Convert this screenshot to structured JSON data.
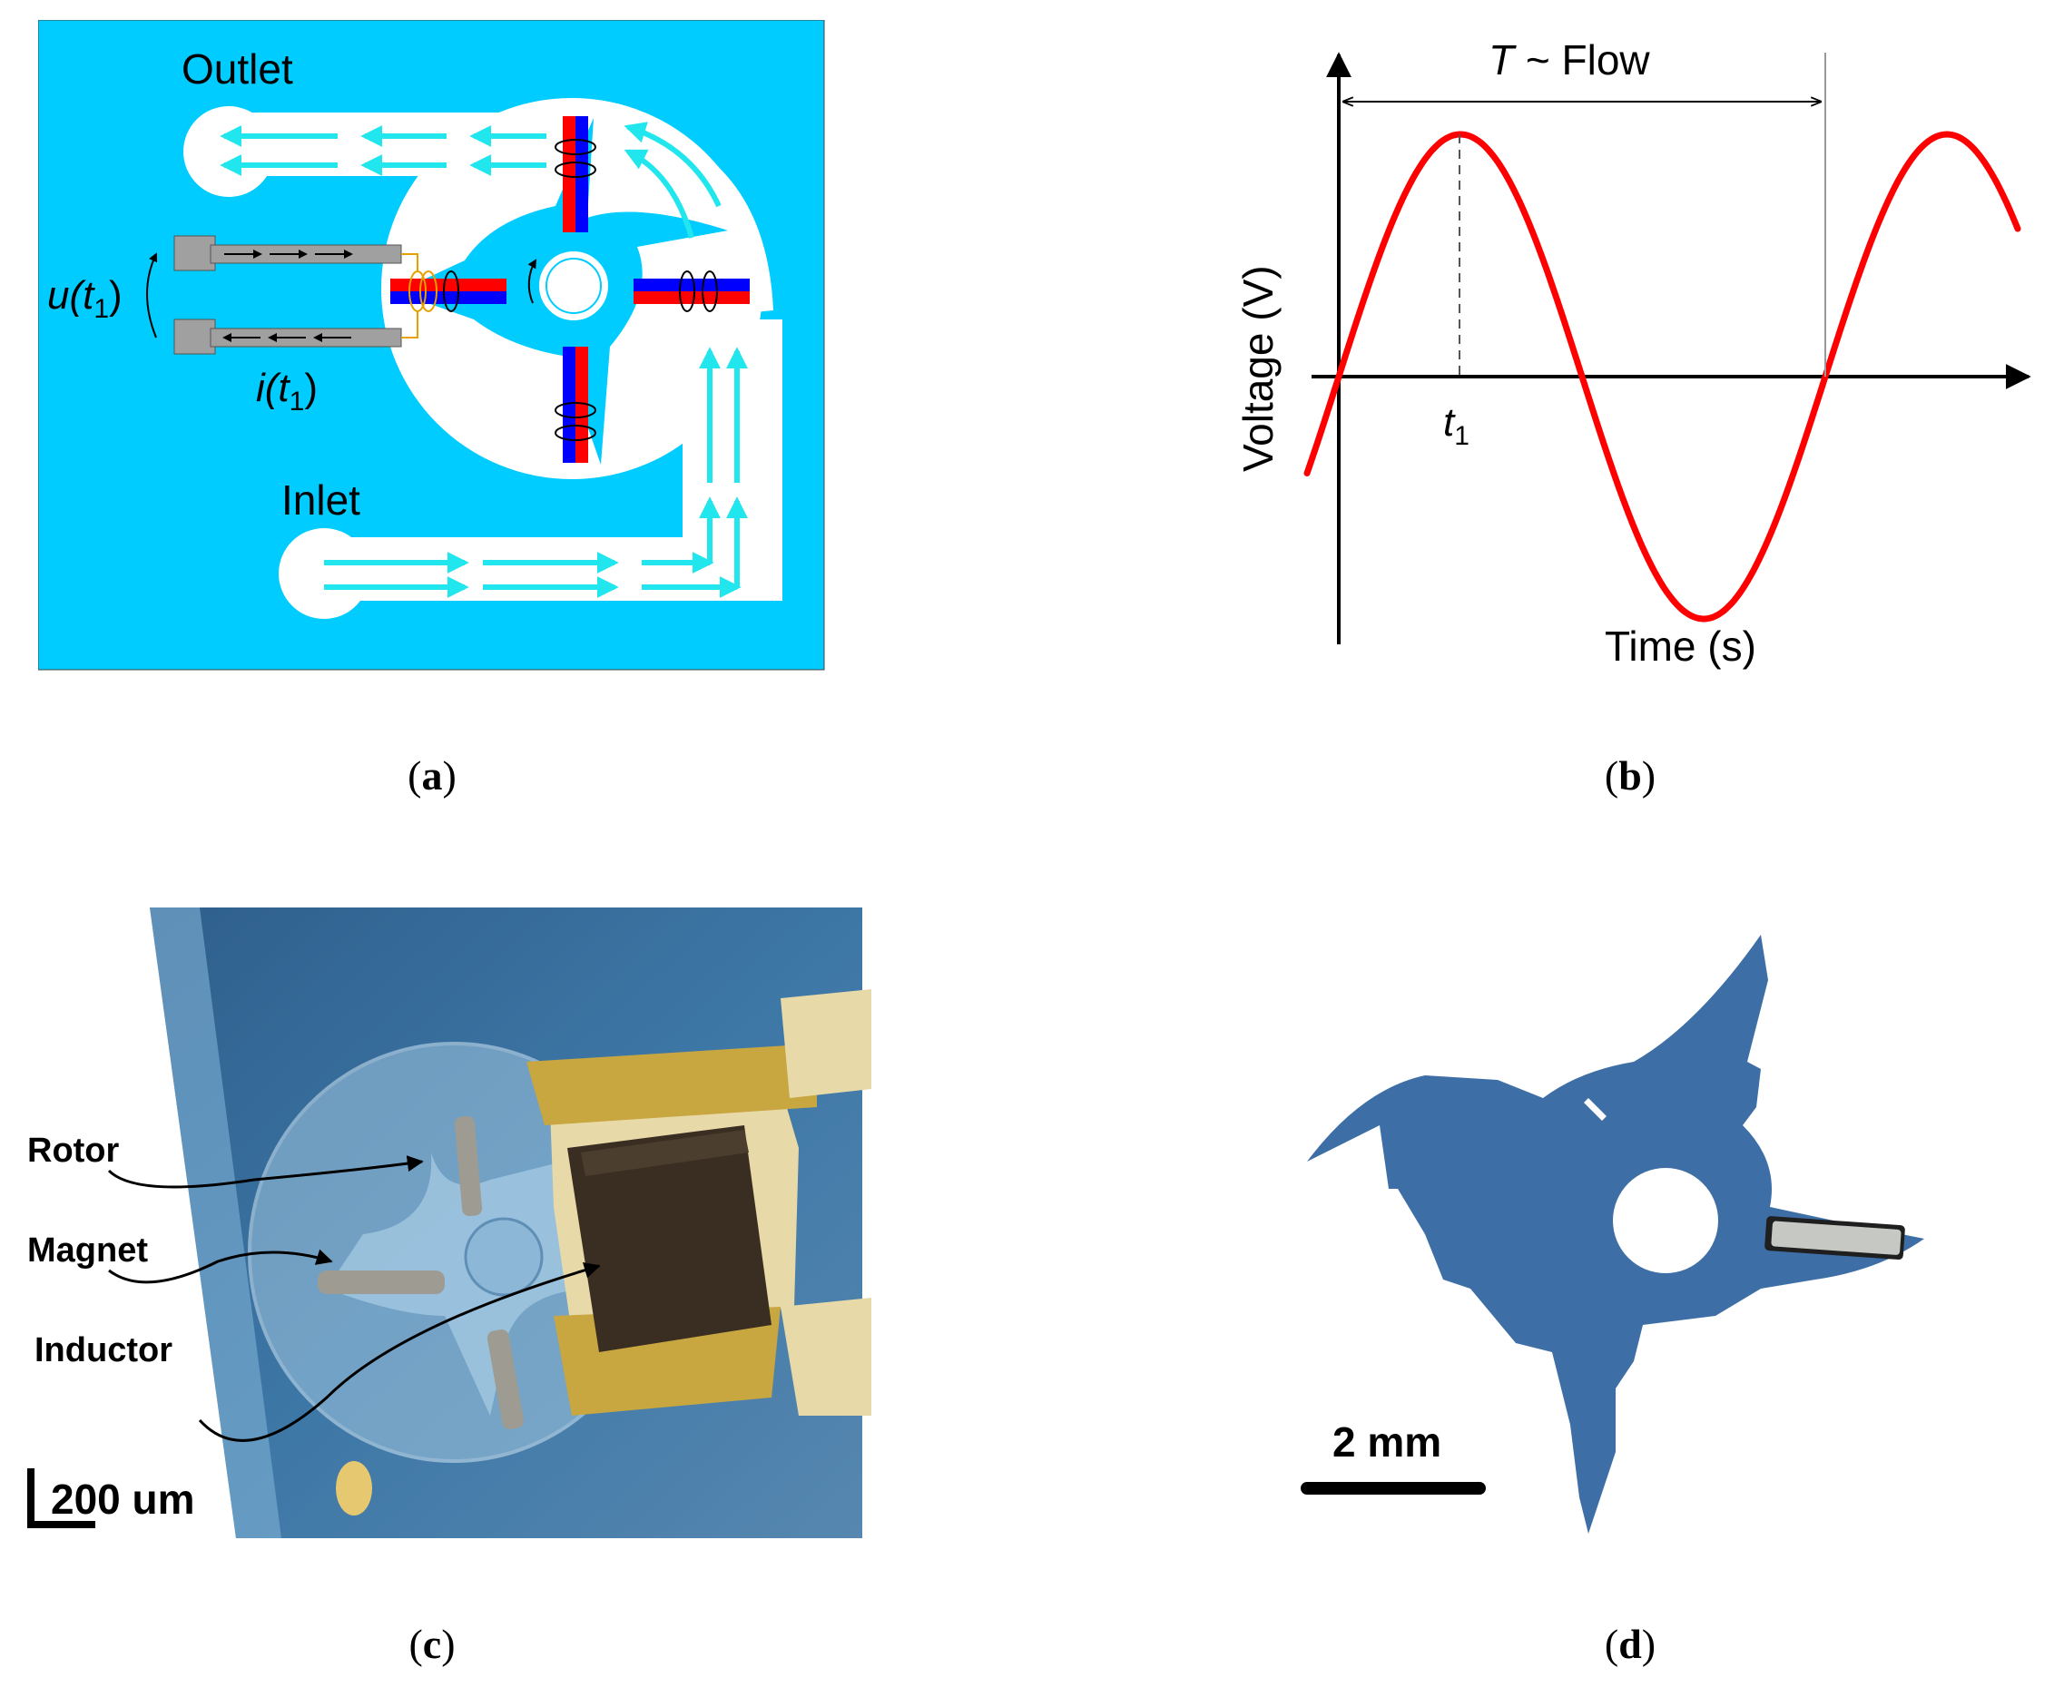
{
  "panel_a": {
    "outlet_label": "Outlet",
    "inlet_label": "Inlet",
    "voltage_label": "u(t",
    "voltage_sub": "1",
    "current_label": "i(t",
    "current_sub": "1",
    "close_paren": ")",
    "colors": {
      "background": "#00ccff",
      "channel": "#ffffff",
      "flow_arrow": "#22e6ee",
      "magnet_north": "#ff0000",
      "magnet_south": "#0000ff",
      "electrode": "#a0a0a0"
    },
    "caption_letter": "a"
  },
  "panel_b": {
    "period_symbol": "T",
    "period_rest": " ~ Flow",
    "ylabel": "Voltage (V)",
    "xlabel": "Time (s)",
    "t1_label": "t",
    "t1_sub": "1",
    "caption_letter": "b",
    "colors": {
      "signal": "#ff0000",
      "axes": "#000000"
    }
  },
  "panel_c": {
    "labels": [
      "Rotor",
      "Magnet",
      "Inductor"
    ],
    "scale_bar": "200 um",
    "caption_letter": "c"
  },
  "panel_d": {
    "scale_bar": "2 mm",
    "caption_letter": "d",
    "colors": {
      "rotor": "#3d6ea6"
    }
  }
}
